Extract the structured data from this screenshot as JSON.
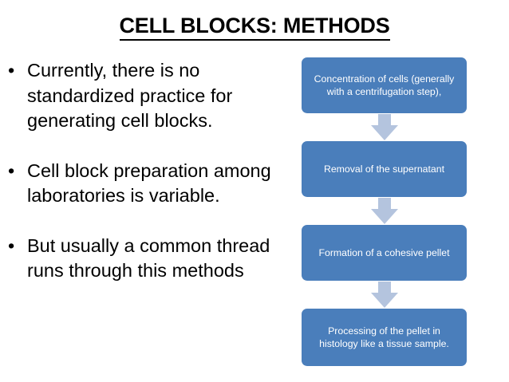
{
  "slide": {
    "title": "CELL BLOCKS: METHODS",
    "background_color": "#ffffff",
    "title_color": "#000000"
  },
  "bullets": [
    {
      "marker": "•",
      "text": "Currently, there is no standardized practice for generating cell blocks."
    },
    {
      "marker": "•",
      "text": "Cell block preparation among laboratories is variable."
    },
    {
      "marker": "•",
      "text": "But usually a common thread runs through this methods"
    }
  ],
  "flowchart": {
    "box_color": "#4a7ebb",
    "box_text_color": "#ffffff",
    "arrow_color": "#b4c4de",
    "steps": [
      {
        "label": "Concentration of cells (generally with a centrifugation step),"
      },
      {
        "label": "Removal of the supernatant"
      },
      {
        "label": "Formation of a cohesive pellet"
      },
      {
        "label": "Processing of the pellet in histology like a tissue sample."
      }
    ],
    "arrows": [
      {
        "name": "down-arrow-icon"
      },
      {
        "name": "down-arrow-icon"
      },
      {
        "name": "down-arrow-icon"
      }
    ]
  }
}
